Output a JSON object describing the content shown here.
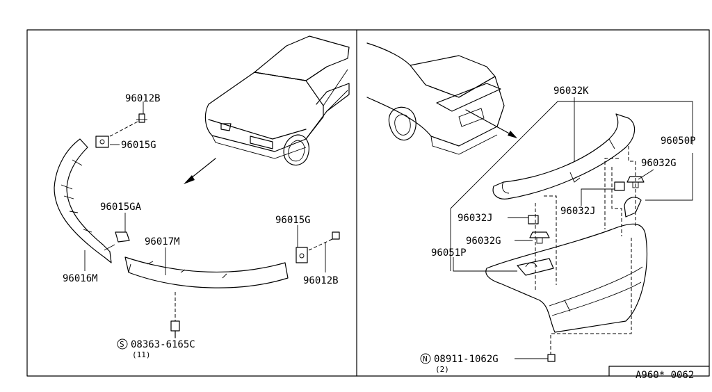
{
  "diagram": {
    "left_panel": {
      "labels": {
        "bolt_top": "96012B",
        "clip_upper": "96015G",
        "clip_mid": "96015GA",
        "spoiler_center": "96017M",
        "spoiler_side": "96016M",
        "clip_right": "96015G",
        "bolt_right": "96012B",
        "screw_code": "08363-6165C",
        "screw_qty": "(11)",
        "screw_symbol": "S"
      }
    },
    "right_panel": {
      "labels": {
        "spoiler_rear": "96032K",
        "bracket_right": "96050P",
        "grommet_upper_right": "96032G",
        "grommet_mid": "96032J",
        "grommet_left": "96032J",
        "grommet_left_lower": "96032G",
        "bracket_left": "96051P",
        "nut_code": "08911-1062G",
        "nut_qty": "(2)",
        "nut_symbol": "N"
      }
    },
    "drawing_code": "A960* 0062"
  }
}
